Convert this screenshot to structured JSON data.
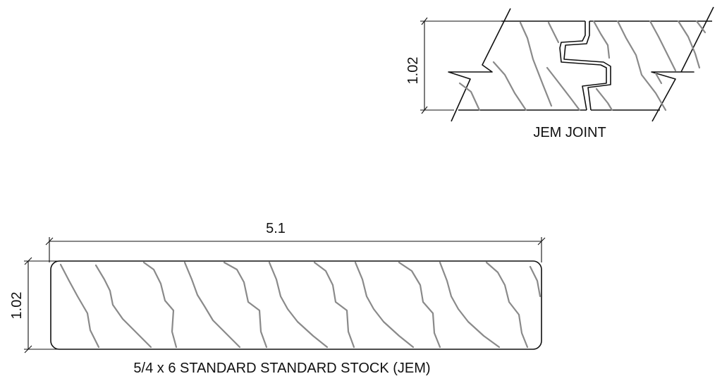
{
  "joint_detail": {
    "caption": "JEM JOINT",
    "height_dimension": "1.02"
  },
  "board_profile": {
    "caption": "5/4 x 6 STANDARD STANDARD STOCK (JEM)",
    "width_dimension": "5.1",
    "height_dimension": "1.02"
  },
  "colors": {
    "outline": "#111111",
    "grain": "#8a8a8a",
    "background": "#ffffff"
  }
}
